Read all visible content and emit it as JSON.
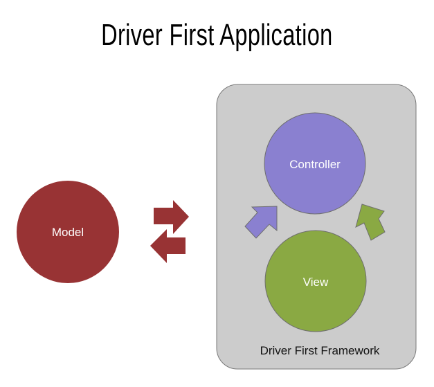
{
  "title": "Driver First Application",
  "nodes": {
    "model": {
      "label": "Model",
      "color": "#983334"
    },
    "controller": {
      "label": "Controller",
      "color": "#8a80d0"
    },
    "view": {
      "label": "View",
      "color": "#8aa943"
    }
  },
  "framework_box": {
    "label": "Driver First Framework",
    "color": "#cccccc",
    "border": "#777777"
  },
  "arrows": [
    {
      "name": "model-to-framework",
      "direction": "right",
      "color": "#983334"
    },
    {
      "name": "framework-to-model",
      "direction": "left",
      "color": "#983334"
    },
    {
      "name": "view-to-controller-left",
      "direction": "up-right",
      "color": "#8a80d0"
    },
    {
      "name": "view-to-controller-right",
      "direction": "up-left",
      "color": "#8aa943"
    }
  ]
}
